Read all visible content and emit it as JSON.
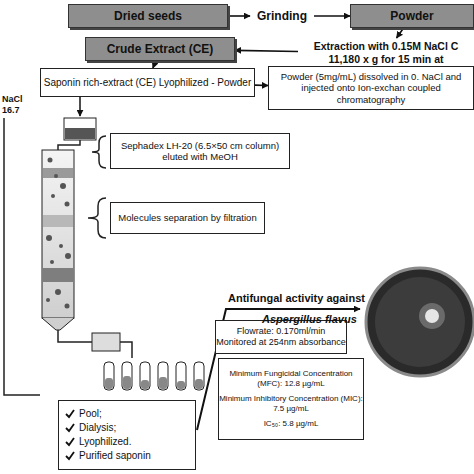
{
  "diagram": {
    "nodes": [
      {
        "text": [
          "Dried seeds"
        ]
      },
      {
        "text": [
          "Grinding"
        ]
      },
      {
        "text": [
          "Powder"
        ]
      },
      {
        "text": [
          "Extraction with 0.15M NaCl C 11,180 x g for 15 min at"
        ]
      },
      {
        "text": [
          "Crude Extract (CE)"
        ]
      },
      {
        "text": [
          "Saponin rich-extract (CE) Lyophilized - Powder"
        ]
      },
      {
        "text": [
          "Powder (5mg/mL) dissolved in 0. NaCl and injected onto Ion-exchan coupled chromatography"
        ]
      },
      {
        "text": [
          "Sephadex LH-20 (6.5×50 cm column) eluted with MeOH"
        ]
      },
      {
        "text": [
          "Molecules separation by filtration"
        ]
      },
      {
        "text": [
          "Flowrate: 0.170ml/min Monitored at 254nm absorbance"
        ]
      },
      {
        "text": [
          "Pool;",
          "Dialysis;",
          "Lyophilized.",
          "Purified saponin"
        ]
      },
      {
        "text": [
          "Minimum Fungicidal Concentration (MFC): 12.8 µg/mL",
          "Minimum Inhibitory Concentration (MIC): 7.5 µg/mL",
          "IC₅₀: 5.8 µg/mL"
        ]
      }
    ],
    "edges": [
      {
        "from": 0,
        "to": 1,
        "arrow": "to"
      },
      {
        "from": 1,
        "to": 2,
        "arrow": "to"
      },
      {
        "from": 2,
        "to": 3,
        "arrow": "to"
      },
      {
        "from": 3,
        "to": 4,
        "arrow": "to"
      },
      {
        "from": 4,
        "to": 5,
        "arrow": "to"
      },
      {
        "from": 5,
        "to": 6,
        "arrow": "to"
      }
    ],
    "labels": [
      "NaCl",
      "16.7",
      "Antifungal activity against",
      "Aspergillus flavus"
    ]
  }
}
